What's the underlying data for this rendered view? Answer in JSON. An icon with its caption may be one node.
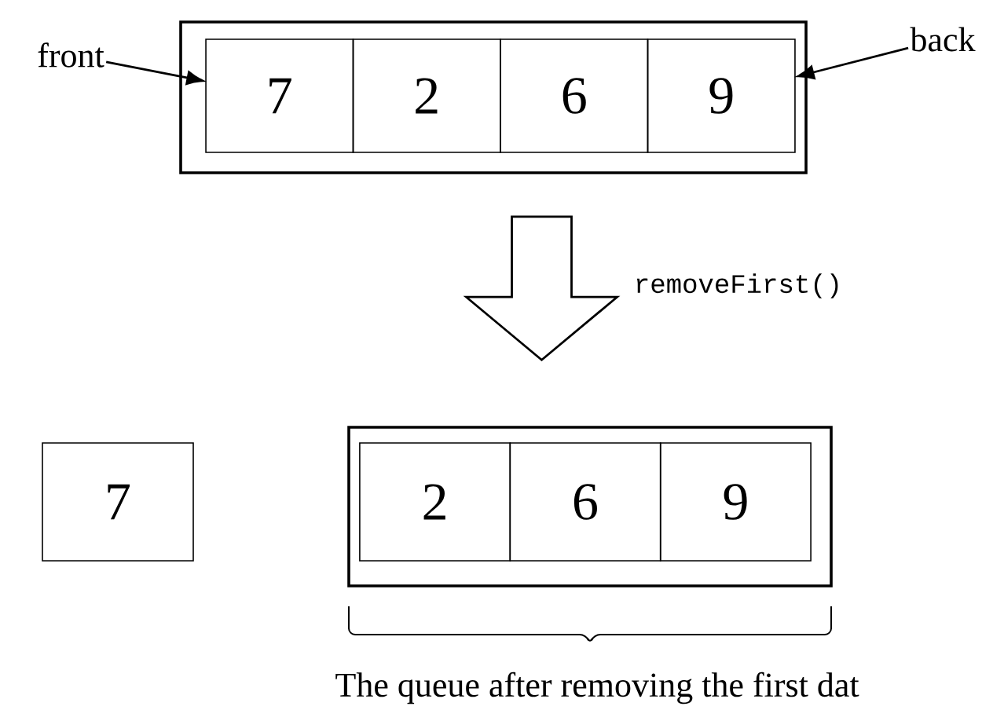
{
  "diagram": {
    "nodes": [
      {
        "text": [],
        "shape": "box"
      },
      {
        "text": [
          "7"
        ],
        "in": 0
      },
      {
        "text": [
          "2"
        ],
        "in": 0
      },
      {
        "text": [
          "6"
        ],
        "in": 0
      },
      {
        "text": [
          "9"
        ],
        "in": 0
      },
      {
        "text": [
          "front"
        ]
      },
      {
        "text": [
          "back"
        ]
      },
      {
        "text": [
          "7"
        ]
      },
      {
        "text": [],
        "shape": "box"
      },
      {
        "text": [
          "2"
        ],
        "in": 8
      },
      {
        "text": [
          "6"
        ],
        "in": 8
      },
      {
        "text": [
          "9"
        ],
        "in": 8
      }
    ],
    "edges": [
      {
        "from": 5,
        "to": 1,
        "arrow": "to"
      },
      {
        "from": 6,
        "to": 4,
        "arrow": "to"
      },
      {
        "from": 0,
        "to": 8,
        "arrow": "to",
        "label": "removeFirst()"
      }
    ],
    "labels": [
      "The queue after removing the first dat"
    ]
  }
}
